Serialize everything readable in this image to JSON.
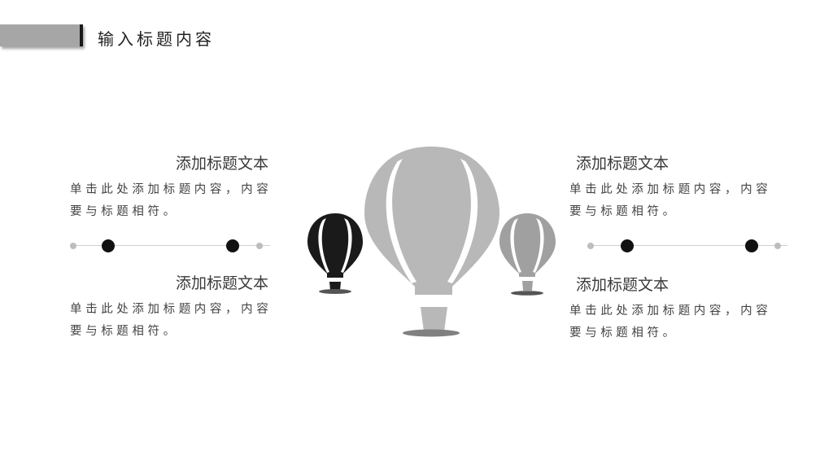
{
  "header": {
    "title": "输入标题内容"
  },
  "blocks": {
    "top_left": {
      "heading": "添加标题文本",
      "body": "单击此处添加标题内容，内容要与标题相符。"
    },
    "bottom_left": {
      "heading": "添加标题文本",
      "body": "单击此处添加标题内容，内容要与标题相符。"
    },
    "top_right": {
      "heading": "添加标题文本",
      "body": "单击此处添加标题内容，内容要与标题相符。"
    },
    "bottom_right": {
      "heading": "添加标题文本",
      "body": "单击此处添加标题内容，内容要与标题相符。"
    }
  },
  "icons": {
    "center": "hot-air-balloon-icon"
  },
  "colors": {
    "dark": "#1a1a1a",
    "gray": "#bdbdbd",
    "mid_gray": "#a6a6a6"
  }
}
